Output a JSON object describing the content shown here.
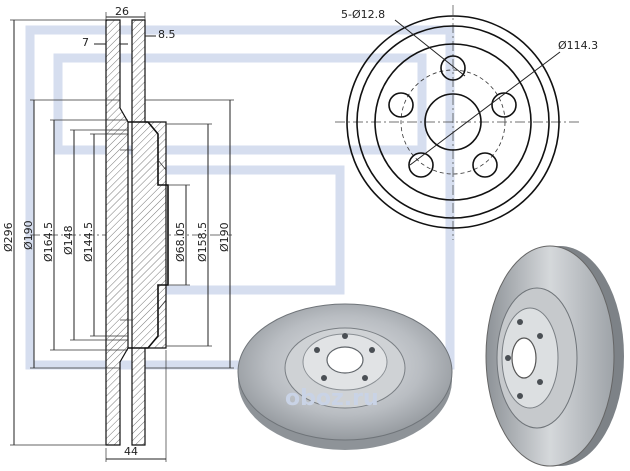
{
  "dimensions": {
    "width_total": "26",
    "hat_step": "8.5",
    "hub_thickness": "7",
    "overall_height": "44",
    "d_outer": "Ø296",
    "d_190_left": "Ø190",
    "d_164_5": "Ø164.5",
    "d_148": "Ø148",
    "d_144_5": "Ø144.5",
    "d_68_05": "Ø68.05",
    "d_158_5": "Ø158.5",
    "d_190_right": "Ø190",
    "bolt_holes": "5-Ø12.8",
    "pcd": "Ø114.3"
  },
  "watermark": "oboz.ru",
  "colors": {
    "line": "#222222",
    "watermark": "#c9d3e6",
    "disc_metal": "#b9bdc2"
  }
}
